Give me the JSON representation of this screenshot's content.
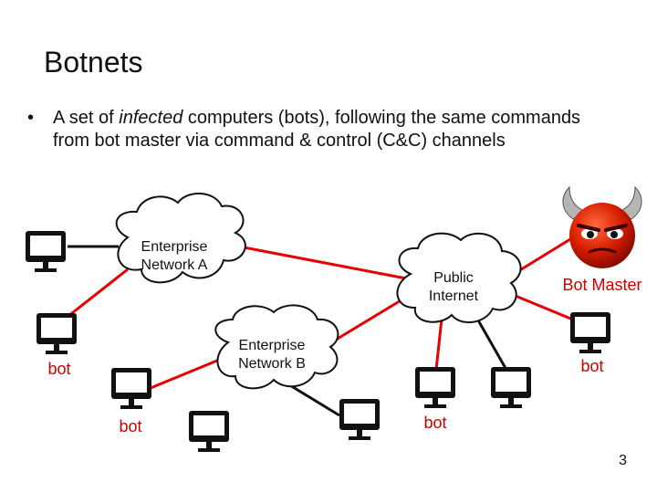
{
  "slide": {
    "title": "Botnets",
    "bullet": {
      "prefix": "A set of ",
      "emphasis": "infected",
      "suffix": " computers (bots), following the same commands from bot master via command & control (C&C) channels"
    },
    "page_number": "3"
  },
  "diagram": {
    "clouds": {
      "enterprise_a": [
        "Enterprise",
        "Network A"
      ],
      "enterprise_b": [
        "Enterprise",
        "Network B"
      ],
      "public_internet": [
        "Public",
        "Internet"
      ]
    },
    "bot_master_label": "Bot Master",
    "bot_labels": [
      "bot",
      "bot",
      "bot",
      "bot"
    ],
    "colors": {
      "bot_label": "#cc0000",
      "red_link": "#e60000",
      "black_link": "#111111"
    }
  }
}
